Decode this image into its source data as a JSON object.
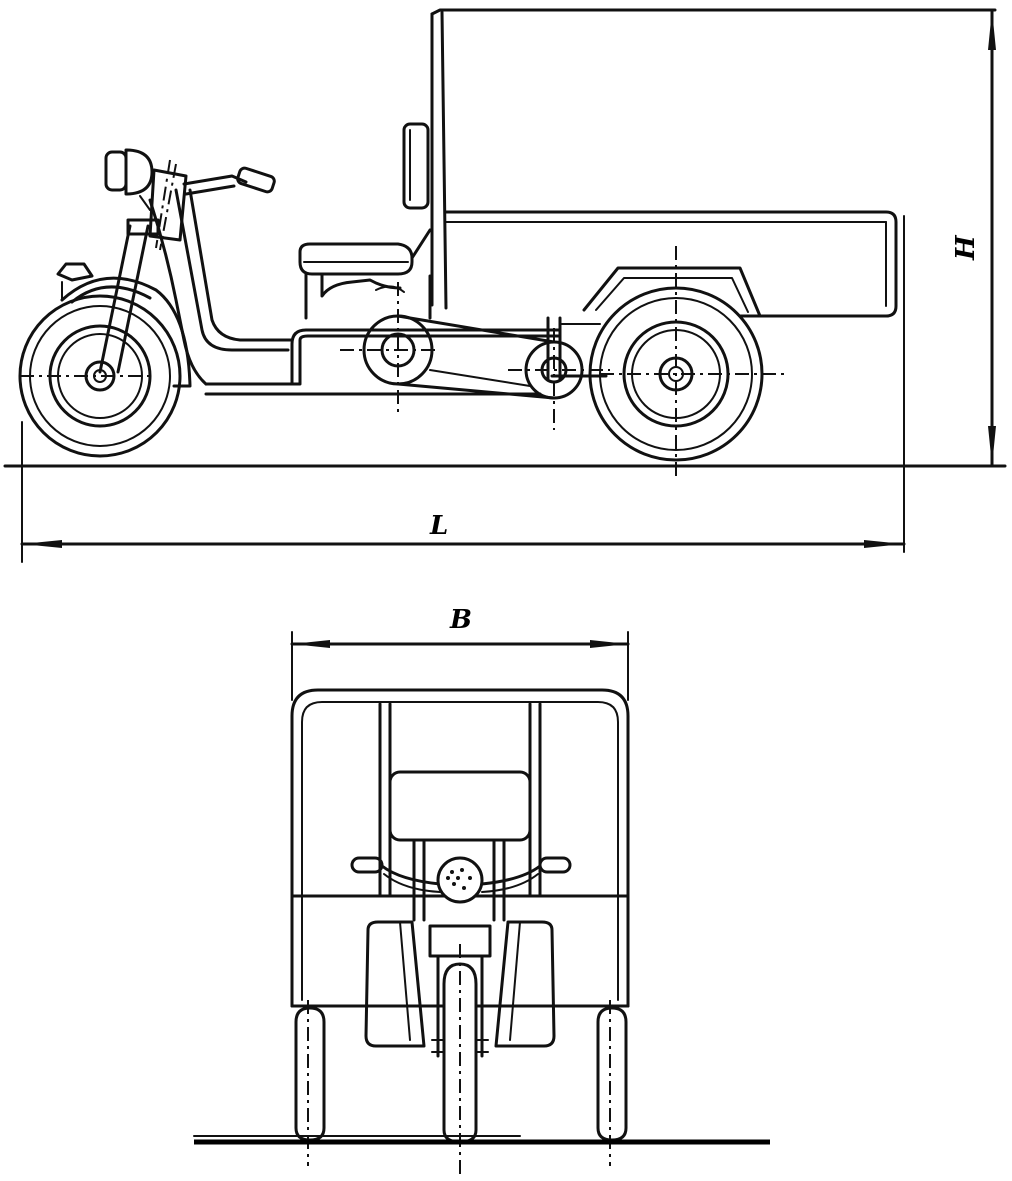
{
  "dimensions": {
    "length_label": "L",
    "height_label": "H",
    "width_label": "B"
  },
  "colors": {
    "line": "#111111",
    "background": "#ffffff"
  }
}
